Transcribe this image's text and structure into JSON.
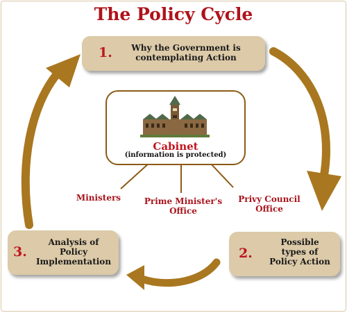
{
  "title": "The Policy Cycle",
  "steps": [
    {
      "number": "1.",
      "text_lines": [
        "Why the Government is",
        "contemplating Action"
      ]
    },
    {
      "number": "2.",
      "text_lines": [
        "Possible",
        "types of",
        "Policy Action"
      ]
    },
    {
      "number": "3.",
      "text_lines": [
        "Analysis of",
        "Policy",
        "Implementation"
      ]
    }
  ],
  "cabinet": {
    "title": "Cabinet",
    "subtitle": "(information is protected)"
  },
  "connections": [
    {
      "text_lines": [
        "Ministers"
      ]
    },
    {
      "text_lines": [
        "Prime Minister's",
        "Office"
      ]
    },
    {
      "text_lines": [
        "Privy Council",
        "Office"
      ]
    }
  ],
  "colors": {
    "title": "#b0121a",
    "step_number": "#c0161e",
    "label": "#a8141c",
    "box_fill": "#dccaa8",
    "arrow": "#a9771f",
    "cabinet_border": "#8b5a14"
  },
  "icons": [
    "parliament-building-icon"
  ]
}
